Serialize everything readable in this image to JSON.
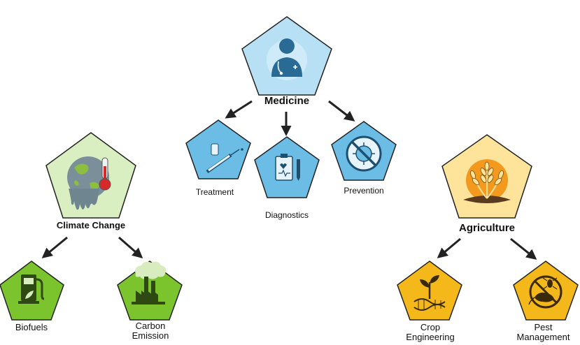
{
  "colors": {
    "medicine": "#b8e0f4",
    "medicine_icon": "#2a6b96",
    "climate": "#d9efc2",
    "climate_child": "#7cc42e",
    "agriculture": "#fde49a",
    "agriculture_child": "#f4b81a",
    "outline": "#222222"
  },
  "medicine": {
    "label": "Medicine",
    "icon": "doctor-icon",
    "children": [
      {
        "label": "Treatment",
        "icon": "syringe-icon"
      },
      {
        "label": "Diagnostics",
        "icon": "clipboard-icon"
      },
      {
        "label": "Prevention",
        "icon": "no-virus-icon"
      }
    ]
  },
  "climate": {
    "label": "Climate Change",
    "icon": "melting-earth-icon",
    "children": [
      {
        "label": "Biofuels",
        "icon": "fuel-pump-icon"
      },
      {
        "label_line1": "Carbon",
        "label_line2": "Emission",
        "icon": "factory-icon"
      }
    ]
  },
  "agriculture": {
    "label": "Agriculture",
    "icon": "wheat-icon",
    "children": [
      {
        "label_line1": "Crop",
        "label_line2": "Engineering",
        "icon": "dna-plant-icon"
      },
      {
        "label_line1": "Pest",
        "label_line2": "Management",
        "icon": "no-pest-icon"
      }
    ]
  }
}
